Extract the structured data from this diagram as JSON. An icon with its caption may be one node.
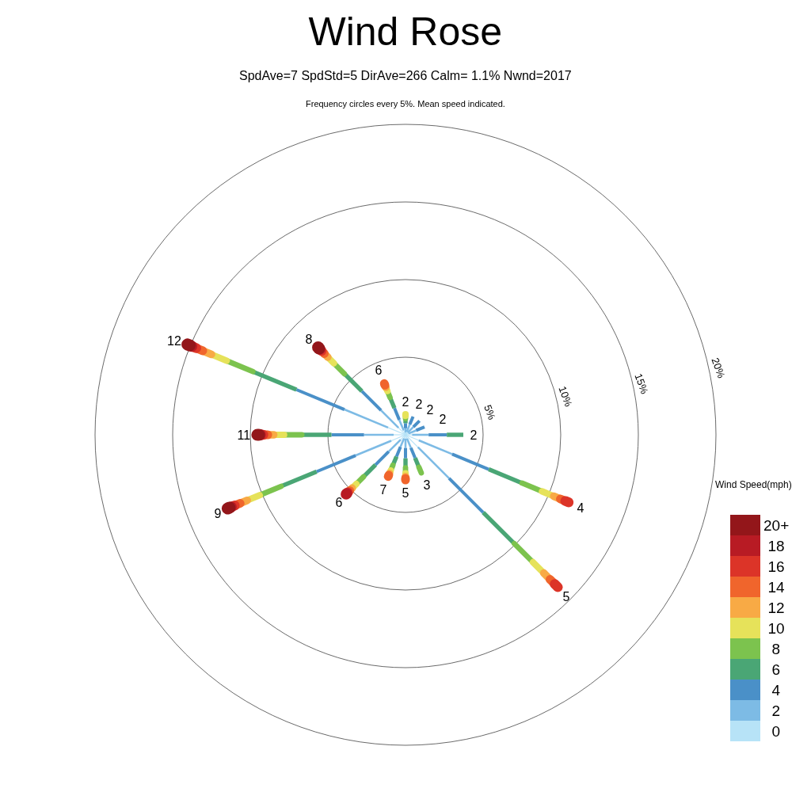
{
  "diagram": {
    "title": "Wind Rose",
    "labels": [
      "SpdAve=7  SpdStd=5  DirAve=266   Calm= 1.1%  Nwnd=2017",
      "Frequency circles every 5%. Mean speed indicated.",
      "20%",
      "15%",
      "10%",
      "5%",
      "12",
      "8",
      "6",
      "2",
      "2",
      "2",
      "2",
      "11",
      "2",
      "Wind Speed(mph)",
      "9",
      "6",
      "7",
      "5",
      "3",
      "4",
      "5"
    ],
    "legend": [
      {
        "text": "20+",
        "color": "#93161a"
      },
      {
        "text": "18",
        "color": "#b81b24"
      },
      {
        "text": "16",
        "color": "#dc3428"
      },
      {
        "text": "14",
        "color": "#f0652c"
      },
      {
        "text": "12",
        "color": "#f8aa45"
      },
      {
        "text": "10",
        "color": "#e6e25a"
      },
      {
        "text": "8",
        "color": "#7cc34e"
      },
      {
        "text": "6",
        "color": "#4aa675"
      },
      {
        "text": "4",
        "color": "#4a90c8"
      },
      {
        "text": "2",
        "color": "#7dbbe5"
      },
      {
        "text": "0",
        "color": "#b7e3f7"
      }
    ]
  }
}
